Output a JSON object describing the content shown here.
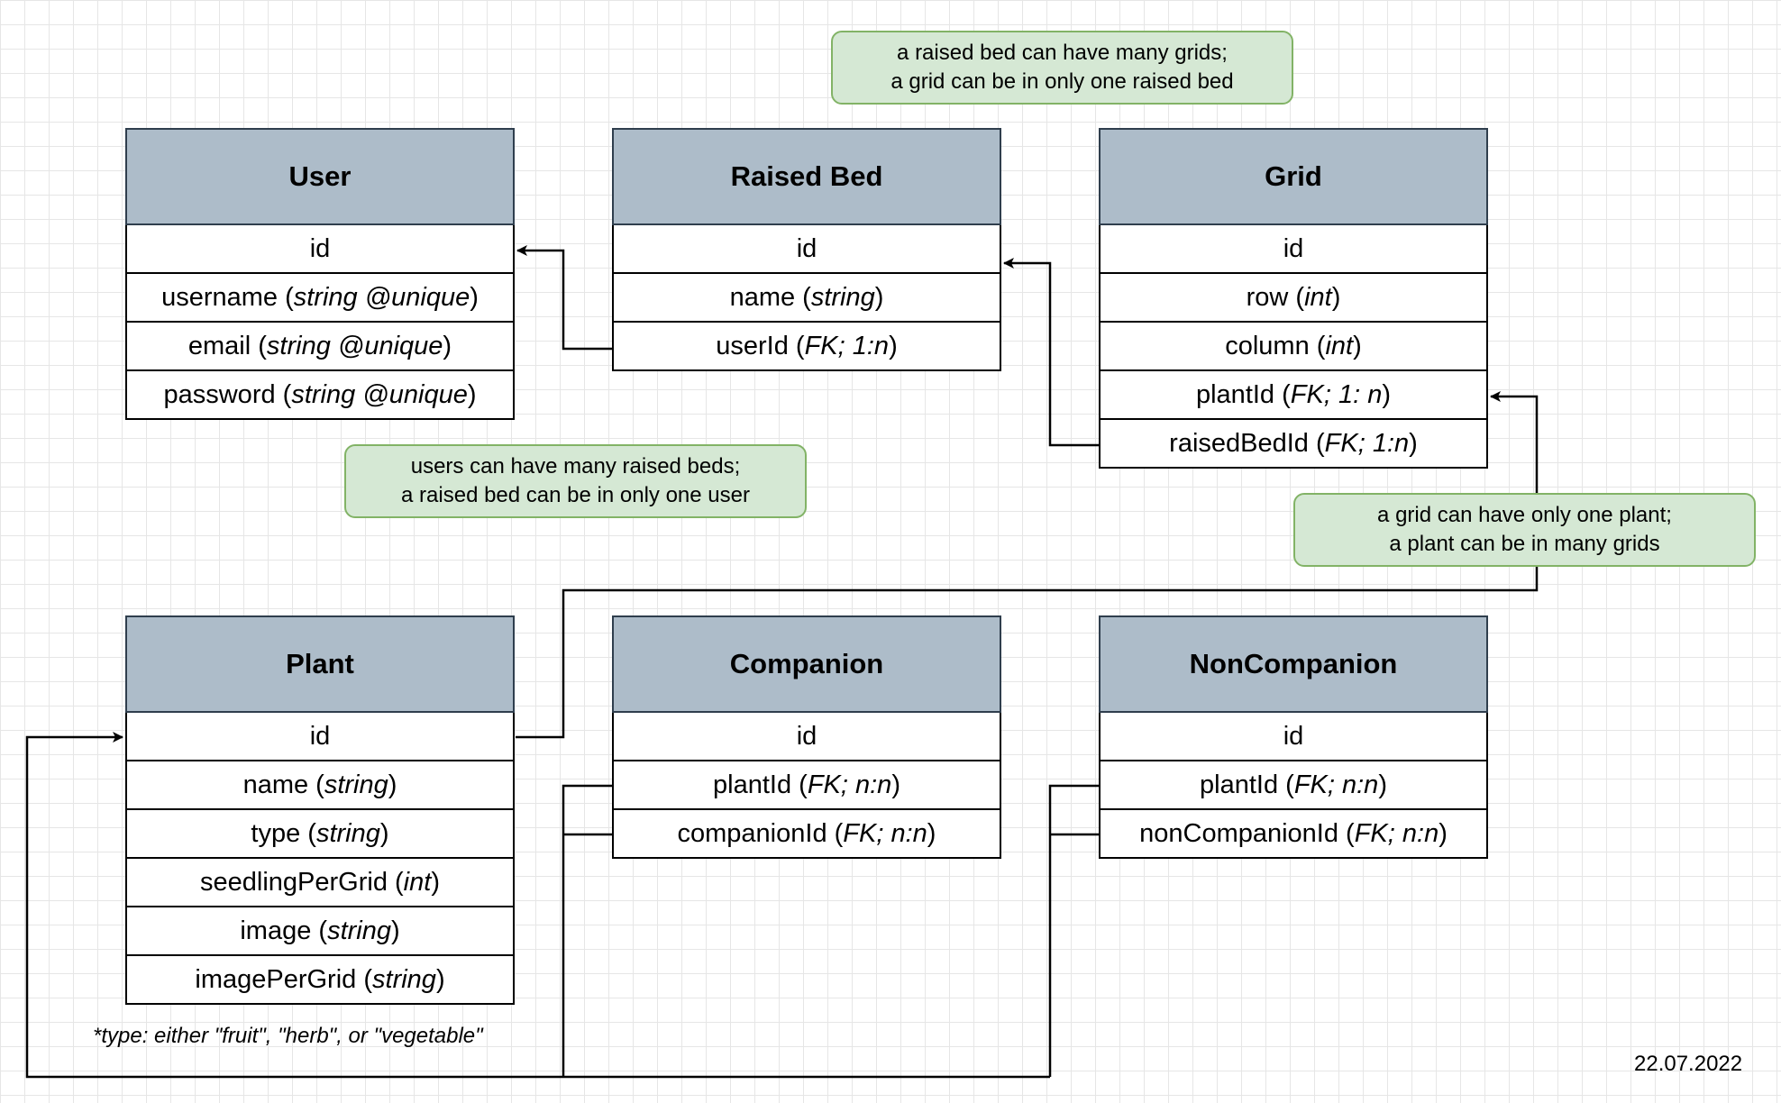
{
  "entities": {
    "user": {
      "title": "User",
      "rows": [
        {
          "name": "id"
        },
        {
          "name": "username",
          "detail": "string @unique"
        },
        {
          "name": "email",
          "detail": "string @unique"
        },
        {
          "name": "password",
          "detail": "string @unique"
        }
      ]
    },
    "raised_bed": {
      "title": "Raised Bed",
      "rows": [
        {
          "name": "id"
        },
        {
          "name": "name",
          "detail": "string"
        },
        {
          "name": "userId",
          "detail": "FK; 1:n"
        }
      ]
    },
    "grid": {
      "title": "Grid",
      "rows": [
        {
          "name": "id"
        },
        {
          "name": "row",
          "detail": "int"
        },
        {
          "name": "column",
          "detail": "int"
        },
        {
          "name": "plantId",
          "detail": "FK; 1: n"
        },
        {
          "name": "raisedBedId",
          "detail": "FK; 1:n"
        }
      ]
    },
    "plant": {
      "title": "Plant",
      "rows": [
        {
          "name": "id"
        },
        {
          "name": "name",
          "detail": "string"
        },
        {
          "name": "type",
          "detail": "string"
        },
        {
          "name": "seedlingPerGrid",
          "detail": "int"
        },
        {
          "name": "image",
          "detail": "string"
        },
        {
          "name": "imagePerGrid",
          "detail": "string"
        }
      ]
    },
    "companion": {
      "title": "Companion",
      "rows": [
        {
          "name": "id"
        },
        {
          "name": "plantId",
          "detail": "FK; n:n"
        },
        {
          "name": "companionId",
          "detail": "FK; n:n"
        }
      ]
    },
    "noncompanion": {
      "title": "NonCompanion",
      "rows": [
        {
          "name": "id"
        },
        {
          "name": "plantId",
          "detail": "FK; n:n"
        },
        {
          "name": "nonCompanionId",
          "detail": "FK; n:n"
        }
      ]
    }
  },
  "notes": {
    "raised_bed_grids": [
      "a raised bed can have many grids;",
      "a grid can be in only one raised bed"
    ],
    "users_raised_beds": [
      "users can have many raised beds;",
      "a raised bed can be in only one user"
    ],
    "grid_plant": [
      "a grid can have only one plant;",
      "a plant can be in many grids"
    ]
  },
  "footnote": "*type: either \"fruit\", \"herb\", or \"vegetable\"",
  "date": "22.07.2022",
  "colors": {
    "header_fill": "#adbcc9",
    "header_border": "#2f3e4d",
    "note_fill": "#d5e8d4",
    "note_border": "#82b366",
    "connector": "#000000"
  }
}
